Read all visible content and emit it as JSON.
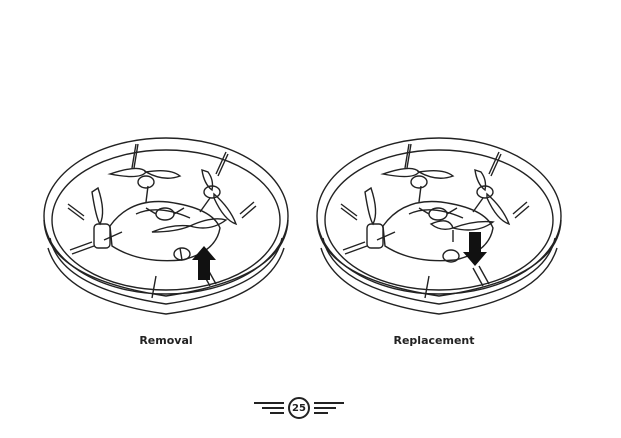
{
  "captions": {
    "left": "Removal",
    "right": "Replacement"
  },
  "page": {
    "number": "25"
  },
  "icons": {
    "left_arrow": "arrow-up-icon",
    "right_arrow": "arrow-down-icon"
  }
}
